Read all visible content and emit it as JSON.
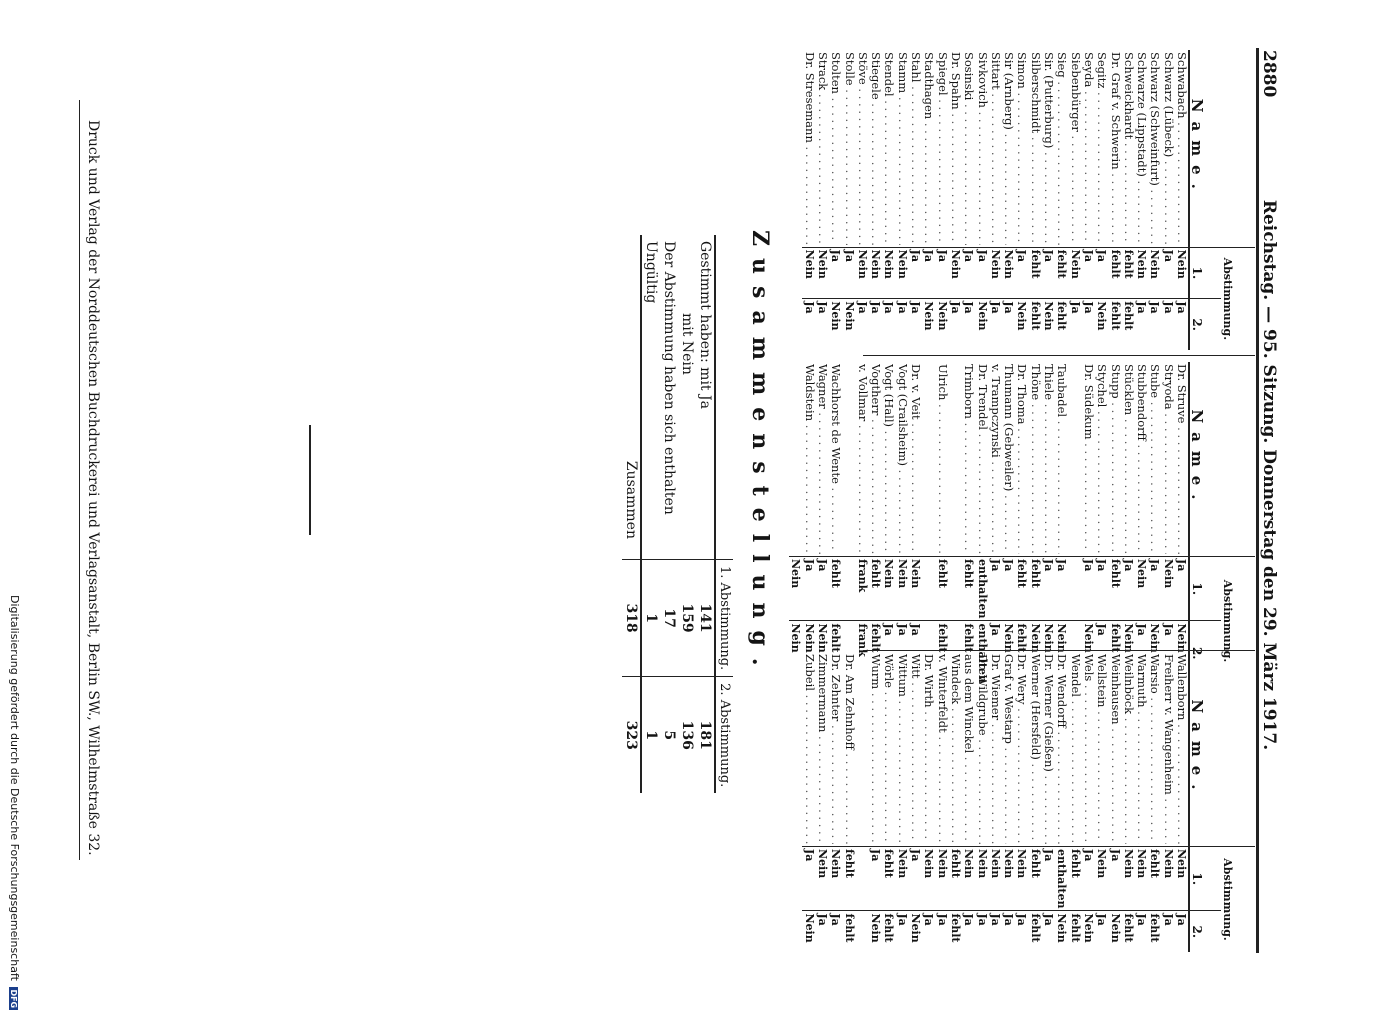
{
  "header": {
    "page_number": "2880",
    "title": "Reichstag. — 95. Sitzung. Donnerstag den 29. März 1917."
  },
  "columns": [
    {
      "name_header": "Name.",
      "vote_header": "Abstimmung.",
      "sub1": "1.",
      "sub2": "2.",
      "rows": [
        {
          "name": "Schwabach",
          "v1": "Nein",
          "v2": "Ja"
        },
        {
          "name": "Schwarz (Lübeck)",
          "v1": "Ja",
          "v2": "Ja"
        },
        {
          "name": "Schwarz (Schweinfurt)",
          "v1": "Nein",
          "v2": "Ja"
        },
        {
          "name": "Schwarze (Lippstadt)",
          "v1": "Nein",
          "v2": "Ja"
        },
        {
          "name": "Schweickhardt",
          "v1": "fehlt",
          "v2": "fehlt"
        },
        {
          "name": "Dr. Graf v. Schwerin",
          "v1": "fehlt",
          "v2": "fehlt"
        },
        {
          "name": "Segitz",
          "v1": "Ja",
          "v2": "Nein"
        },
        {
          "name": "Seyda",
          "v1": "Ja",
          "v2": "Ja"
        },
        {
          "name": "Siebenbürger",
          "v1": "Nein",
          "v2": "Ja"
        },
        {
          "name": "Sieg",
          "v1": "fehlt",
          "v2": "fehlt"
        },
        {
          "name": "Sir. (Putterburg)",
          "v1": "Ja",
          "v2": "Nein"
        },
        {
          "name": "Silberschmidt",
          "v1": "fehlt",
          "v2": "fehlt"
        },
        {
          "name": "Simon",
          "v1": "Ja",
          "v2": "Nein"
        },
        {
          "name": "Sir (Arnberg)",
          "v1": "Nein",
          "v2": "Ja"
        },
        {
          "name": "Sittart",
          "v1": "Nein",
          "v2": "Ja"
        },
        {
          "name": "Sivkovich",
          "v1": "Ja",
          "v2": "Nein"
        },
        {
          "name": "Sosinski",
          "v1": "Ja",
          "v2": "Ja"
        },
        {
          "name": "Dr. Spahn",
          "v1": "Nein",
          "v2": "Ja"
        },
        {
          "name": "Spiegel",
          "v1": "Ja",
          "v2": "Nein"
        },
        {
          "name": "Stadthagen",
          "v1": "Ja",
          "v2": "Nein"
        },
        {
          "name": "Stahl",
          "v1": "Ja",
          "v2": "Ja"
        },
        {
          "name": "Stamm",
          "v1": "Nein",
          "v2": "Ja"
        },
        {
          "name": "Stendel",
          "v1": "Nein",
          "v2": "Ja"
        },
        {
          "name": "Stiegele",
          "v1": "Nein",
          "v2": "Ja"
        },
        {
          "name": "Stöve",
          "v1": "Nein",
          "v2": "Ja"
        },
        {
          "name": "Stolle",
          "v1": "Ja",
          "v2": "Nein"
        },
        {
          "name": "Stolten",
          "v1": "Ja",
          "v2": "Nein"
        },
        {
          "name": "Strack",
          "v1": "Nein",
          "v2": "Ja"
        },
        {
          "name": "Dr. Stresemann",
          "v1": "Nein",
          "v2": "Ja"
        }
      ]
    },
    {
      "name_header": "Name.",
      "vote_header": "Abstimmung.",
      "sub1": "1.",
      "sub2": "2.",
      "rows": [
        {
          "name": "Dr. Struve",
          "v1": "Ja",
          "v2": "Nein"
        },
        {
          "name": "Stryoda",
          "v1": "Nein",
          "v2": "Ja"
        },
        {
          "name": "Stube",
          "v1": "Ja",
          "v2": "Nein"
        },
        {
          "name": "Stubbendorff",
          "v1": "Nein",
          "v2": "Ja"
        },
        {
          "name": "Stücklen",
          "v1": "Ja",
          "v2": "Nein"
        },
        {
          "name": "Stupp",
          "v1": "fehlt",
          "v2": "fehlt"
        },
        {
          "name": "Stychel",
          "v1": "Ja",
          "v2": "Ja"
        },
        {
          "name": "Dr. Südekum",
          "v1": "Ja",
          "v2": "Nein"
        },
        {
          "name": "",
          "v1": "",
          "v2": ""
        },
        {
          "name": "Taubadel",
          "v1": "Ja",
          "v2": "Nein"
        },
        {
          "name": "Thiele",
          "v1": "Ja",
          "v2": "Nein"
        },
        {
          "name": "Thöne",
          "v1": "fehlt",
          "v2": "Nein"
        },
        {
          "name": "Dr. Thoma",
          "v1": "fehlt",
          "v2": "fehlt"
        },
        {
          "name": "Thumann (Gebweiler)",
          "v1": "Ja",
          "v2": "Nein"
        },
        {
          "name": "v. Trampczynski",
          "v1": "Ja",
          "v2": "Ja"
        },
        {
          "name": "Dr. Trendel",
          "v1": "enthalten",
          "v2": "enthalten"
        },
        {
          "name": "Trimborn",
          "v1": "fehlt",
          "v2": "fehlt"
        },
        {
          "name": "",
          "v1": "",
          "v2": ""
        },
        {
          "name": "Ulrich",
          "v1": "fehlt",
          "v2": "fehlt"
        },
        {
          "name": "",
          "v1": "",
          "v2": ""
        },
        {
          "name": "Dr. v. Veit",
          "v1": "Nein",
          "v2": "Ja"
        },
        {
          "name": "Vogt (Crailsheim)",
          "v1": "Nein",
          "v2": "Ja"
        },
        {
          "name": "Vogt (Hall)",
          "v1": "Nein",
          "v2": "Ja"
        },
        {
          "name": "Vogtherr",
          "v1": "fehlt",
          "v2": "fehlt"
        },
        {
          "name": "v. Vollmar",
          "v1": "frank",
          "v2": "frank"
        },
        {
          "name": "",
          "v1": "",
          "v2": ""
        },
        {
          "name": "Wachhorst de Wente",
          "v1": "fehlt",
          "v2": "fehlt"
        },
        {
          "name": "Wagner",
          "v1": "Ja",
          "v2": "Nein"
        },
        {
          "name": "Waldstein",
          "v1": "Ja",
          "v2": "Nein"
        },
        {
          "name": "",
          "v1": "Nein",
          "v2": "Nein"
        }
      ]
    },
    {
      "name_header": "Name.",
      "vote_header": "Abstimmung.",
      "sub1": "1.",
      "sub2": "2.",
      "rows": [
        {
          "name": "Wallenborn",
          "v1": "Nein",
          "v2": "Ja"
        },
        {
          "name": "Freiherr v. Wangenheim",
          "v1": "Nein",
          "v2": "Ja"
        },
        {
          "name": "Warsio",
          "v1": "fehlt",
          "v2": "fehlt"
        },
        {
          "name": "Warmuth",
          "v1": "Nein",
          "v2": "Ja"
        },
        {
          "name": "Weilnböck",
          "v1": "Nein",
          "v2": "fehlt"
        },
        {
          "name": "Weinhausen",
          "v1": "Ja",
          "v2": "Nein"
        },
        {
          "name": "Wellstein",
          "v1": "Nein",
          "v2": "Ja"
        },
        {
          "name": "Wels",
          "v1": "Ja",
          "v2": "Nein"
        },
        {
          "name": "Wendel",
          "v1": "fehlt",
          "v2": "fehlt"
        },
        {
          "name": "Dr. Wendorff",
          "v1": "enthalten",
          "v2": "Nein"
        },
        {
          "name": "Dr. Werner (Gießen)",
          "v1": "Ja",
          "v2": "Ja"
        },
        {
          "name": "Werner (Hersfeld)",
          "v1": "fehlt",
          "v2": "fehlt"
        },
        {
          "name": "Dr. Wery",
          "v1": "Nein",
          "v2": "Ja"
        },
        {
          "name": "Graf v. Westarp",
          "v1": "Nein",
          "v2": "Ja"
        },
        {
          "name": "Dr. Wiemer",
          "v1": "Nein",
          "v2": "Ja"
        },
        {
          "name": "Dr. Wildgrube",
          "v1": "Nein",
          "v2": "Ja"
        },
        {
          "name": "aus dem Winckel",
          "v1": "Nein",
          "v2": "Ja"
        },
        {
          "name": "Windeck",
          "v1": "fehlt",
          "v2": "fehlt"
        },
        {
          "name": "v. Winterfeldt",
          "v1": "Nein",
          "v2": "Ja"
        },
        {
          "name": "Dr. Wirth",
          "v1": "Nein",
          "v2": "Ja"
        },
        {
          "name": "Witt",
          "v1": "Ja",
          "v2": "Nein"
        },
        {
          "name": "Wittum",
          "v1": "Nein",
          "v2": "Ja"
        },
        {
          "name": "Wörle",
          "v1": "fehlt",
          "v2": "fehlt"
        },
        {
          "name": "Wurm",
          "v1": "Ja",
          "v2": "Nein"
        },
        {
          "name": "",
          "v1": "",
          "v2": ""
        },
        {
          "name": "Dr. Am Zehnhoff",
          "v1": "fehlt",
          "v2": "fehlt"
        },
        {
          "name": "Dr. Zehnter",
          "v1": "Nein",
          "v2": "Ja"
        },
        {
          "name": "Zimmermann",
          "v1": "Nein",
          "v2": "Ja"
        },
        {
          "name": "Zubeil",
          "v1": "Ja",
          "v2": "Nein"
        }
      ]
    }
  ],
  "summary": {
    "title": "Zusammenstellung.",
    "col1_header": "1. Abstimmung.",
    "col2_header": "2. Abstimmung.",
    "rows": [
      {
        "label": "Gestimmt haben: mit Ja",
        "v1": "141",
        "v2": "181"
      },
      {
        "label": "mit Nein",
        "v1": "159",
        "v2": "136"
      },
      {
        "label": "Der Abstimmung haben sich enthalten",
        "v1": "17",
        "v2": "5"
      },
      {
        "label": "Ungültig",
        "v1": "1",
        "v2": "1"
      }
    ],
    "total_label": "Zusammen",
    "total_v1": "318",
    "total_v2": "323"
  },
  "footer": "Druck und Verlag der Norddeutschen Buchdruckerei und Verlagsanstalt, Berlin SW., Wilhelmstraße 32.",
  "margin_note": "Digitalisierung gefördert durch die Deutsche Forschungsgemeinschaft",
  "logo_text": "DFG"
}
